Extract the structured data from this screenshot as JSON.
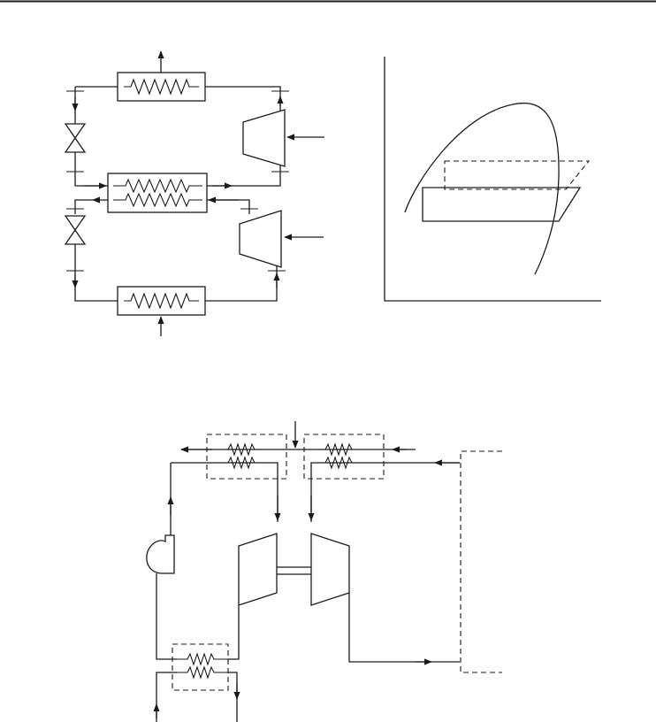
{
  "figure": {
    "top_rule": true,
    "panels": [
      "cascade-refrigeration-cycle-schematic",
      "temperature-entropy-diagram",
      "gas-refrigeration-cycle-schematic"
    ]
  },
  "colors": {
    "line": "#1a1a1a",
    "background": "#ffffff"
  },
  "icons": {
    "heat_exchanger": "zigzag-coil",
    "expansion_valve": "bowtie-valve",
    "compressor": "trapezoid",
    "turbine": "trapezoid",
    "fan": "blower-scroll"
  }
}
